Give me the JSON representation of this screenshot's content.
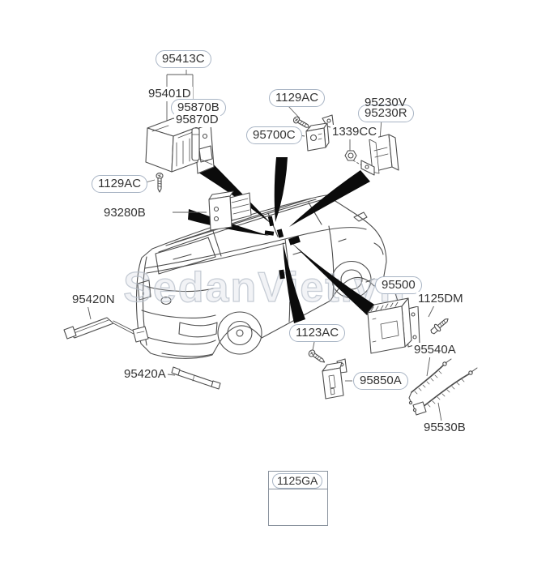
{
  "diagram": {
    "watermark": "SedanViet.vn",
    "colors": {
      "line_art": "#4d4d4d",
      "arrow": "#0b0b0b",
      "callout_border": "#a8b4c4",
      "text": "#333333",
      "watermark": "#b8c0cb"
    },
    "parts": {
      "labels": [
        {
          "id": 0,
          "text": "95413C",
          "shape": "stadium"
        },
        {
          "id": 1,
          "text": "95401D",
          "shape": "plain"
        },
        {
          "id": 2,
          "text": "95870B",
          "shape": "stadium"
        },
        {
          "id": 3,
          "text": "95870D",
          "shape": "plain"
        },
        {
          "id": 4,
          "text": "1129AC",
          "shape": "stadium"
        },
        {
          "id": 5,
          "text": "95700C",
          "shape": "stadium"
        },
        {
          "id": 6,
          "text": "95230V",
          "shape": "plain"
        },
        {
          "id": 7,
          "text": "95230R",
          "shape": "stadium"
        },
        {
          "id": 8,
          "text": "1339CC",
          "shape": "plain"
        },
        {
          "id": 9,
          "text": "1129AC",
          "shape": "stadium"
        },
        {
          "id": 10,
          "text": "93280B",
          "shape": "plain"
        },
        {
          "id": 11,
          "text": "95420N",
          "shape": "plain"
        },
        {
          "id": 12,
          "text": "95420A",
          "shape": "plain"
        },
        {
          "id": 13,
          "text": "95500",
          "shape": "stadium"
        },
        {
          "id": 14,
          "text": "1125DM",
          "shape": "plain"
        },
        {
          "id": 15,
          "text": "1123AC",
          "shape": "stadium"
        },
        {
          "id": 16,
          "text": "95850A",
          "shape": "stadium"
        },
        {
          "id": 17,
          "text": "95540A",
          "shape": "plain"
        },
        {
          "id": 18,
          "text": "95530B",
          "shape": "plain"
        },
        {
          "id": 19,
          "text": "1125GA",
          "shape": "stadium"
        }
      ]
    }
  }
}
